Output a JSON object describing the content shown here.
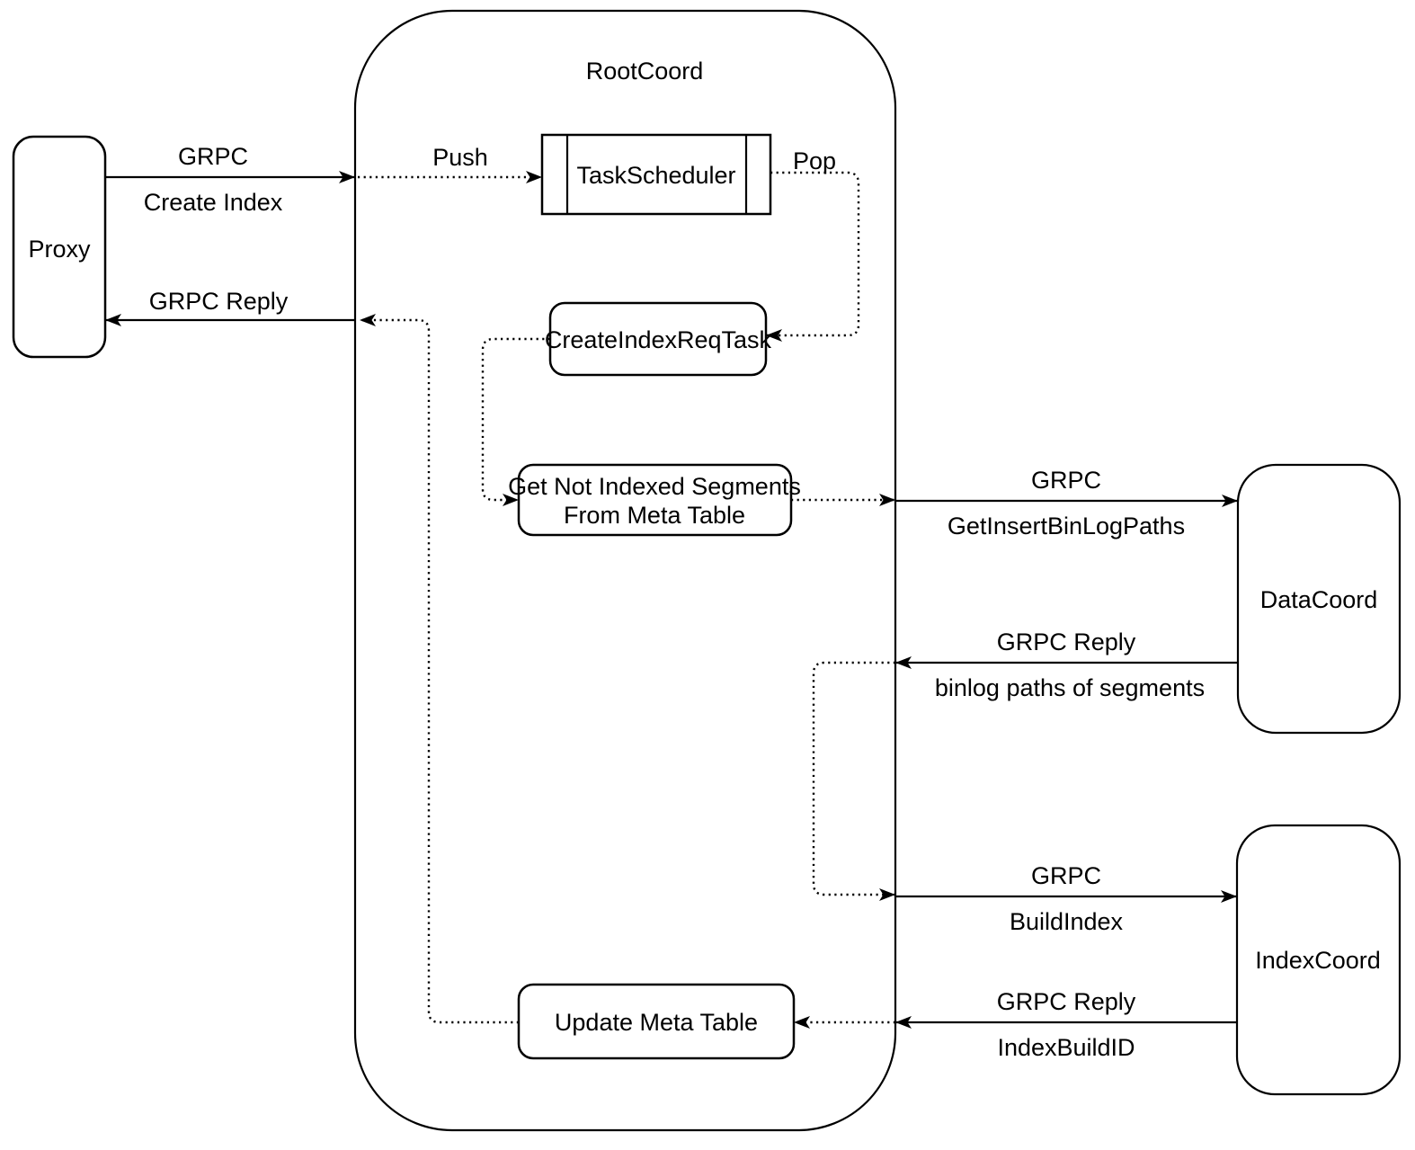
{
  "colors": {
    "stroke": "#000000",
    "background": "#ffffff"
  },
  "container": {
    "title": "RootCoord"
  },
  "nodes": {
    "proxy": {
      "label": "Proxy"
    },
    "task_scheduler": {
      "label": "TaskScheduler"
    },
    "create_index_req_task": {
      "label": "CreateIndexReqTask"
    },
    "get_not_indexed_segments": {
      "label_line1": "Get Not Indexed Segments",
      "label_line2": "From Meta Table"
    },
    "update_meta_table": {
      "label": "Update Meta Table"
    },
    "data_coord": {
      "label": "DataCoord"
    },
    "index_coord": {
      "label": "IndexCoord"
    }
  },
  "edges": {
    "create_index": {
      "protocol": "GRPC",
      "message": "Create Index"
    },
    "create_index_reply": {
      "protocol": "GRPC Reply"
    },
    "push": {
      "label": "Push"
    },
    "pop": {
      "label": "Pop"
    },
    "get_insert_binlog_paths": {
      "protocol": "GRPC",
      "message": "GetInsertBinLogPaths"
    },
    "binlog_paths_reply": {
      "protocol": "GRPC Reply",
      "message": "binlog paths of segments"
    },
    "build_index": {
      "protocol": "GRPC",
      "message": "BuildIndex"
    },
    "index_build_id_reply": {
      "protocol": "GRPC Reply",
      "message": "IndexBuildID"
    }
  }
}
